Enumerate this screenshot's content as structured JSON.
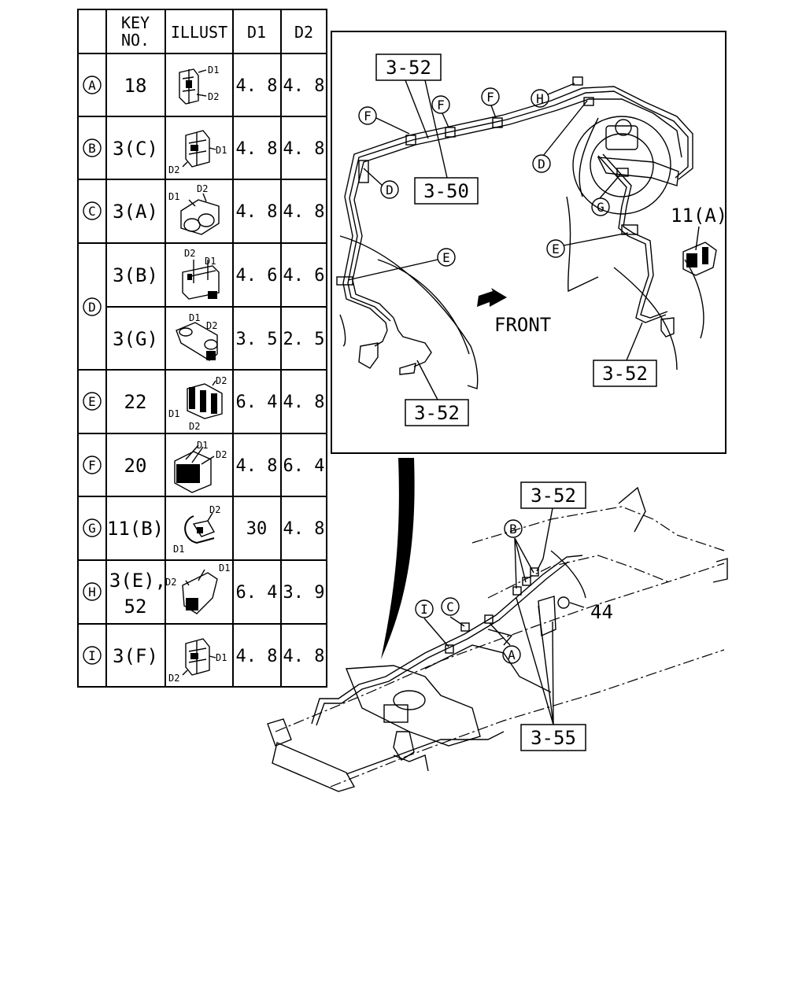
{
  "table": {
    "headers": {
      "key": [
        "KEY",
        "NO."
      ],
      "illust": "ILLUST",
      "d1": "D1",
      "d2": "D2"
    },
    "rows": [
      {
        "mark": "A",
        "key": [
          "18"
        ],
        "d1": "4. 8",
        "d2": "4. 8"
      },
      {
        "mark": "B",
        "key": [
          "3(C)"
        ],
        "d1": "4. 8",
        "d2": "4. 8"
      },
      {
        "mark": "C",
        "key": [
          "3(A)"
        ],
        "d1": "4. 8",
        "d2": "4. 8"
      },
      {
        "mark": "D",
        "key": [
          "3(B)"
        ],
        "d1": "4. 6",
        "d2": "4. 6"
      },
      {
        "mark": "",
        "key": [
          "3(G)"
        ],
        "d1": "3. 5",
        "d2": "2. 5"
      },
      {
        "mark": "E",
        "key": [
          "22"
        ],
        "d1": "6. 4",
        "d2": "4. 8"
      },
      {
        "mark": "F",
        "key": [
          "20"
        ],
        "d1": "4. 8",
        "d2": "6. 4"
      },
      {
        "mark": "G",
        "key": [
          "11(B)"
        ],
        "d1": "30",
        "d2": "4. 8"
      },
      {
        "mark": "H",
        "key": [
          "3(E),",
          "52"
        ],
        "d1": "6. 4",
        "d2": "3. 9"
      },
      {
        "mark": "I",
        "key": [
          "3(F)"
        ],
        "d1": "4. 8",
        "d2": "4. 8"
      }
    ],
    "illust_labels": {
      "d1": "D1",
      "d2": "D2"
    }
  },
  "inset": {
    "refs": [
      "3-52",
      "3-50",
      "3-52",
      "3-52"
    ],
    "part": "11(A)",
    "front": "FRONT",
    "markers": [
      "F",
      "F",
      "F",
      "H",
      "D",
      "D",
      "G",
      "E",
      "E"
    ]
  },
  "main": {
    "refs": [
      "3-52",
      "3-55"
    ],
    "part": "44",
    "markers": [
      "B",
      "C",
      "I",
      "A"
    ]
  }
}
